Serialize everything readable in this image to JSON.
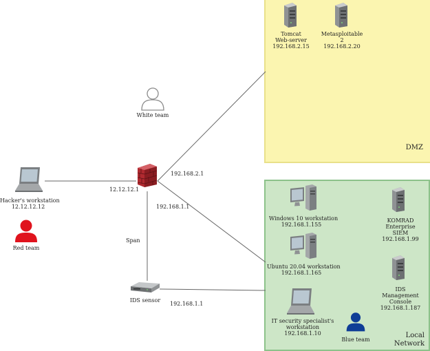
{
  "zones": {
    "dmz": "DMZ",
    "local_network": [
      "Local",
      "Network"
    ]
  },
  "nodes": {
    "tomcat": {
      "icon": "server-icon",
      "lines": [
        "Tomcat",
        "Web-server",
        "192.168.2.15"
      ]
    },
    "metasploitable": {
      "icon": "server-icon",
      "lines": [
        "Metasploitable",
        "2",
        "192.168.2.20"
      ]
    },
    "white_team": {
      "icon": "person-icon",
      "lines": [
        "White team"
      ]
    },
    "hacker": {
      "icon": "laptop-icon",
      "lines": [
        "Hacker's workstation",
        "12.12.12.12"
      ]
    },
    "red_team": {
      "icon": "person-icon",
      "lines": [
        "Red team"
      ],
      "color": "#e0131d"
    },
    "firewall": {
      "icon": "firewall-icon",
      "color": "#b02a30"
    },
    "ids_sensor": {
      "icon": "ids-sensor-icon",
      "lines": [
        "IDS sensor"
      ]
    },
    "win10": {
      "icon": "desktop-icon",
      "lines": [
        "Windows 10 workstation",
        "192.168.1.155"
      ]
    },
    "ubuntu": {
      "icon": "desktop-icon",
      "lines": [
        "Ubuntu 20.04 workstation",
        "192.168.1.165"
      ]
    },
    "it_spec": {
      "icon": "laptop-icon",
      "lines": [
        "IT security specialist's",
        "workstation",
        "192.168.1.10"
      ]
    },
    "komrad": {
      "icon": "server-icon",
      "lines": [
        "KOMRAD",
        "Enterprise",
        "SIEM",
        "192.168.1.99"
      ]
    },
    "ids_console": {
      "icon": "server-icon",
      "lines": [
        "IDS",
        "Management",
        "Console",
        "192.168.1.187"
      ]
    },
    "blue_team": {
      "icon": "person-icon",
      "lines": [
        "Blue team"
      ],
      "color": "#0f3d96"
    }
  },
  "link_labels": {
    "fw_outside": "12.12.12.1",
    "fw_dmz": "192.168.2.1",
    "fw_lan": "192.168.1.1",
    "span": "Span",
    "ids_lan": "192.168.1.1"
  }
}
